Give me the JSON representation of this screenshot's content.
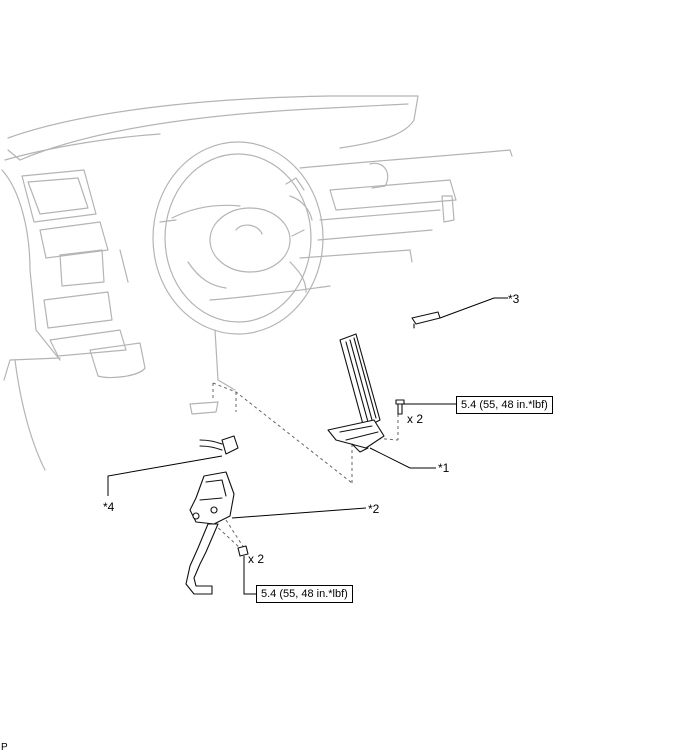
{
  "callouts": {
    "part1": "*1",
    "part2": "*2",
    "part3": "*3",
    "part4": "*4"
  },
  "quantities": {
    "upper": "x 2",
    "lower": "x 2"
  },
  "torque": {
    "upper": "5.4 (55, 48 in.*lbf)",
    "lower": "5.4 (55, 48 in.*lbf)"
  },
  "footer": {
    "code": "P"
  }
}
